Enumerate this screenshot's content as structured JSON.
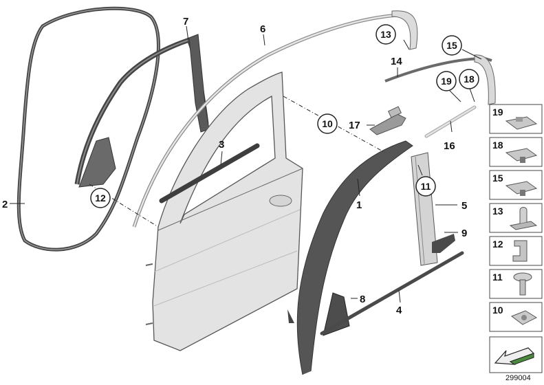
{
  "callouts": {
    "c1": "1",
    "c2": "2",
    "c3": "3",
    "c4": "4",
    "c5": "5",
    "c6": "6",
    "c7": "7",
    "c8": "8",
    "c9": "9",
    "c14": "14",
    "c16": "16",
    "c17": "17"
  },
  "circled": {
    "c10": "10",
    "c11": "11",
    "c12": "12",
    "c13": "13",
    "c15": "15",
    "c18": "18",
    "c19": "19"
  },
  "legend": [
    "19",
    "18",
    "15",
    "13",
    "12",
    "11",
    "10"
  ],
  "diagram_id": "299004",
  "colors": {
    "part_dark": "#4d4d4d",
    "part_light": "#e3e3e3",
    "part_outline": "#555555",
    "box_border": "#444444",
    "arrow_green": "#4a8a3c"
  }
}
